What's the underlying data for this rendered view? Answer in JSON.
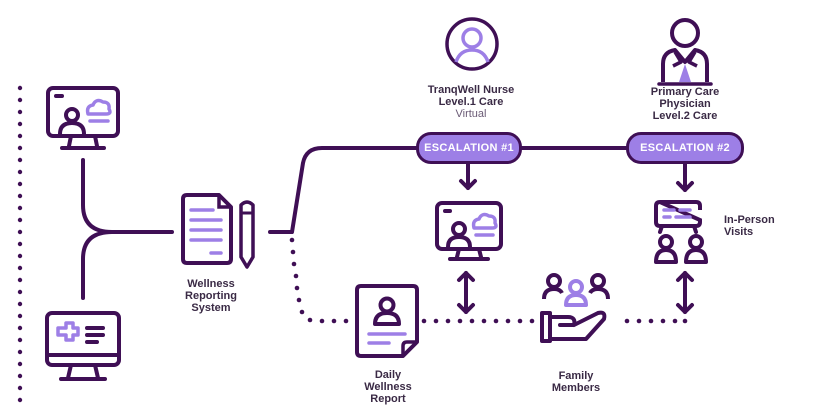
{
  "colors": {
    "primary": "#3f0f55",
    "accent": "#9d7fe6",
    "text": "#3a2a45",
    "subtext": "#6a5a75"
  },
  "nodes": {
    "virtual_device": {
      "icon": "monitor-person-cloud-icon"
    },
    "medical_device": {
      "icon": "monitor-medical-cross-icon"
    },
    "wellness_reporting": {
      "icon": "document-pencil-icon",
      "label_lines": [
        "Wellness",
        "Reporting",
        "System"
      ]
    },
    "nurse": {
      "icon": "person-circle-icon",
      "title": "TranqWell Nurse",
      "level": "Level.1 Care",
      "mode": "Virtual"
    },
    "physician": {
      "icon": "physician-icon",
      "title_lines": [
        "Primary Care",
        "Physician"
      ],
      "level": "Level.2 Care"
    },
    "virtual_visit": {
      "icon": "monitor-person-cloud-icon"
    },
    "in_person_visits": {
      "icon": "chat-people-icon",
      "label_lines": [
        "In-Person",
        "Visits"
      ]
    },
    "daily_report": {
      "icon": "person-document-icon",
      "label_lines": [
        "Daily",
        "Wellness",
        "Report"
      ]
    },
    "family": {
      "icon": "family-hand-icon",
      "label_lines": [
        "Family",
        "Members"
      ]
    }
  },
  "escalations": [
    {
      "label": "ESCALATION #1"
    },
    {
      "label": "ESCALATION #2"
    }
  ]
}
